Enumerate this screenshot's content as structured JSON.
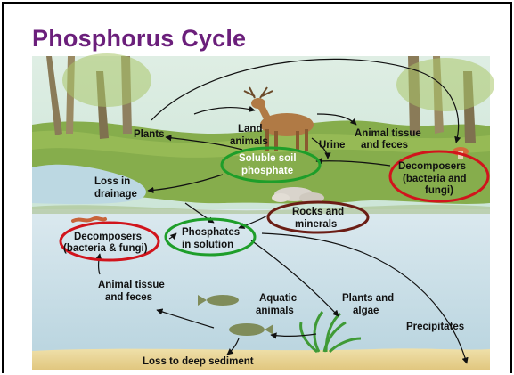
{
  "title": "Phosphorus Cycle",
  "labels": {
    "plants": "Plants",
    "land_animals": [
      "Land",
      "animals"
    ],
    "urine": "Urine",
    "animal_tissue_top": [
      "Animal tissue",
      "and feces"
    ],
    "soluble_soil_phosphate": [
      "Soluble soil",
      "phosphate"
    ],
    "decomposers_right": [
      "Decomposers",
      "(bacteria and",
      "fungi)"
    ],
    "loss_in_drainage": [
      "Loss in",
      "drainage"
    ],
    "rocks_and_minerals": [
      "Rocks and",
      "minerals"
    ],
    "decomposers_left": [
      "Decomposers",
      "(bacteria & fungi)"
    ],
    "phosphates_in_solution": [
      "Phosphates",
      "in solution"
    ],
    "animal_tissue_bottom": [
      "Animal tissue",
      "and feces"
    ],
    "aquatic_animals": [
      "Aquatic",
      "animals"
    ],
    "plants_and_algae": [
      "Plants and",
      "algae"
    ],
    "precipitates": "Precipitates",
    "loss_to_deep_sediment": "Loss to deep sediment"
  },
  "colors": {
    "title": "#6b1f7b",
    "ring_green": "#1e9e2a",
    "ring_red": "#d1141c",
    "ring_brown": "#6b1d15",
    "sky": "#c9e6d8",
    "land": "#7fa84a",
    "water": "#c7dde8",
    "sediment": "#e9d59a"
  }
}
